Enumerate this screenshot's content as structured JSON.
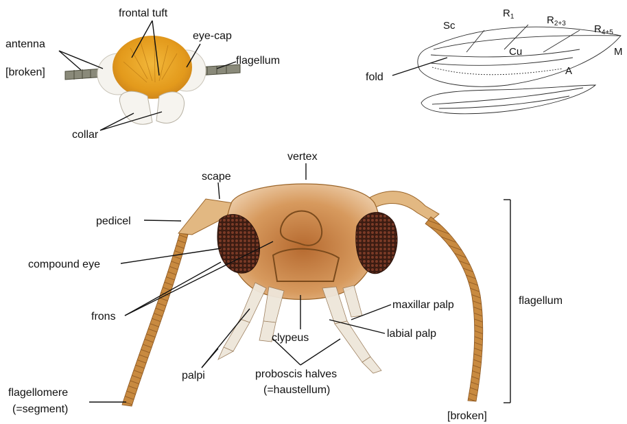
{
  "top_left_labels": {
    "frontal_tuft": "frontal tuft",
    "antenna": "antenna",
    "broken": "[broken]",
    "eye_cap": "eye-cap",
    "flagellum": "flagellum",
    "collar": "collar"
  },
  "wing_labels": {
    "sc": "Sc",
    "r": "R",
    "r1_sub": "1",
    "r23_sub": "2+3",
    "r45_sub": "4+5",
    "m": "M",
    "cu": "Cu",
    "a": "A",
    "fold": "fold"
  },
  "head_labels": {
    "vertex": "vertex",
    "scape": "scape",
    "pedicel": "pedicel",
    "compound_eye": "compound eye",
    "frons": "frons",
    "maxillar_palp": "maxillar palp",
    "flagellum": "flagellum",
    "labial_palp": "labial palp",
    "clypeus": "clypeus",
    "palpi": "palpi",
    "proboscis_line1": "proboscis halves",
    "proboscis_line2": "(=haustellum)",
    "flagellomere_line1": "flagellomere",
    "flagellomere_line2": "(=segment)",
    "broken": "[broken]"
  },
  "colors": {
    "tuft": "#e8a020",
    "cuticle": "#c98a45",
    "eye": "#4a2418",
    "scales": "#f4f1ea"
  }
}
